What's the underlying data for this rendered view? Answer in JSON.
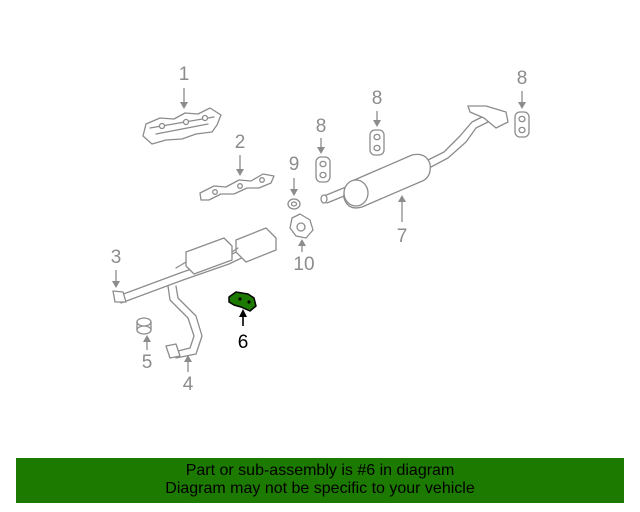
{
  "diagram": {
    "callouts": [
      "1",
      "2",
      "3",
      "4",
      "5",
      "6",
      "7",
      "8",
      "8",
      "8",
      "9",
      "10"
    ],
    "highlighted_part": "6",
    "highlight_color": "#1d7a00",
    "line_color": "#8c8c8c"
  },
  "footer": {
    "line1": "Part or sub-assembly is #6 in diagram",
    "line2": "Diagram may not be specific to your vehicle",
    "background": "#1d7a00"
  }
}
